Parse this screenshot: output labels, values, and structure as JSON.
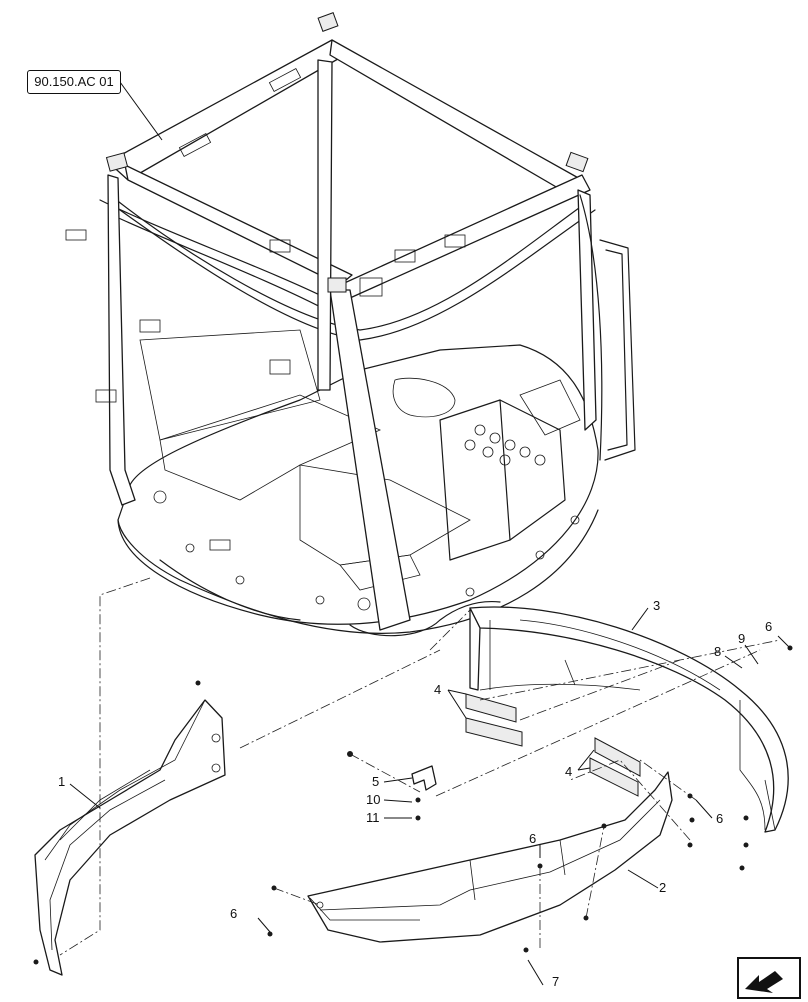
{
  "reference_label": "90.150.AC 01",
  "callouts": [
    {
      "id": "c1",
      "text": "1"
    },
    {
      "id": "c2",
      "text": "2"
    },
    {
      "id": "c3",
      "text": "3"
    },
    {
      "id": "c4a",
      "text": "4"
    },
    {
      "id": "c4b",
      "text": "4"
    },
    {
      "id": "c5",
      "text": "5"
    },
    {
      "id": "c6a",
      "text": "6"
    },
    {
      "id": "c6b",
      "text": "6"
    },
    {
      "id": "c6c",
      "text": "6"
    },
    {
      "id": "c6d",
      "text": "6"
    },
    {
      "id": "c7",
      "text": "7"
    },
    {
      "id": "c8",
      "text": "8"
    },
    {
      "id": "c9",
      "text": "9"
    },
    {
      "id": "c10",
      "text": "10"
    },
    {
      "id": "c11",
      "text": "11"
    }
  ],
  "icons": {
    "navigation": "previous-view-arrow-icon"
  }
}
